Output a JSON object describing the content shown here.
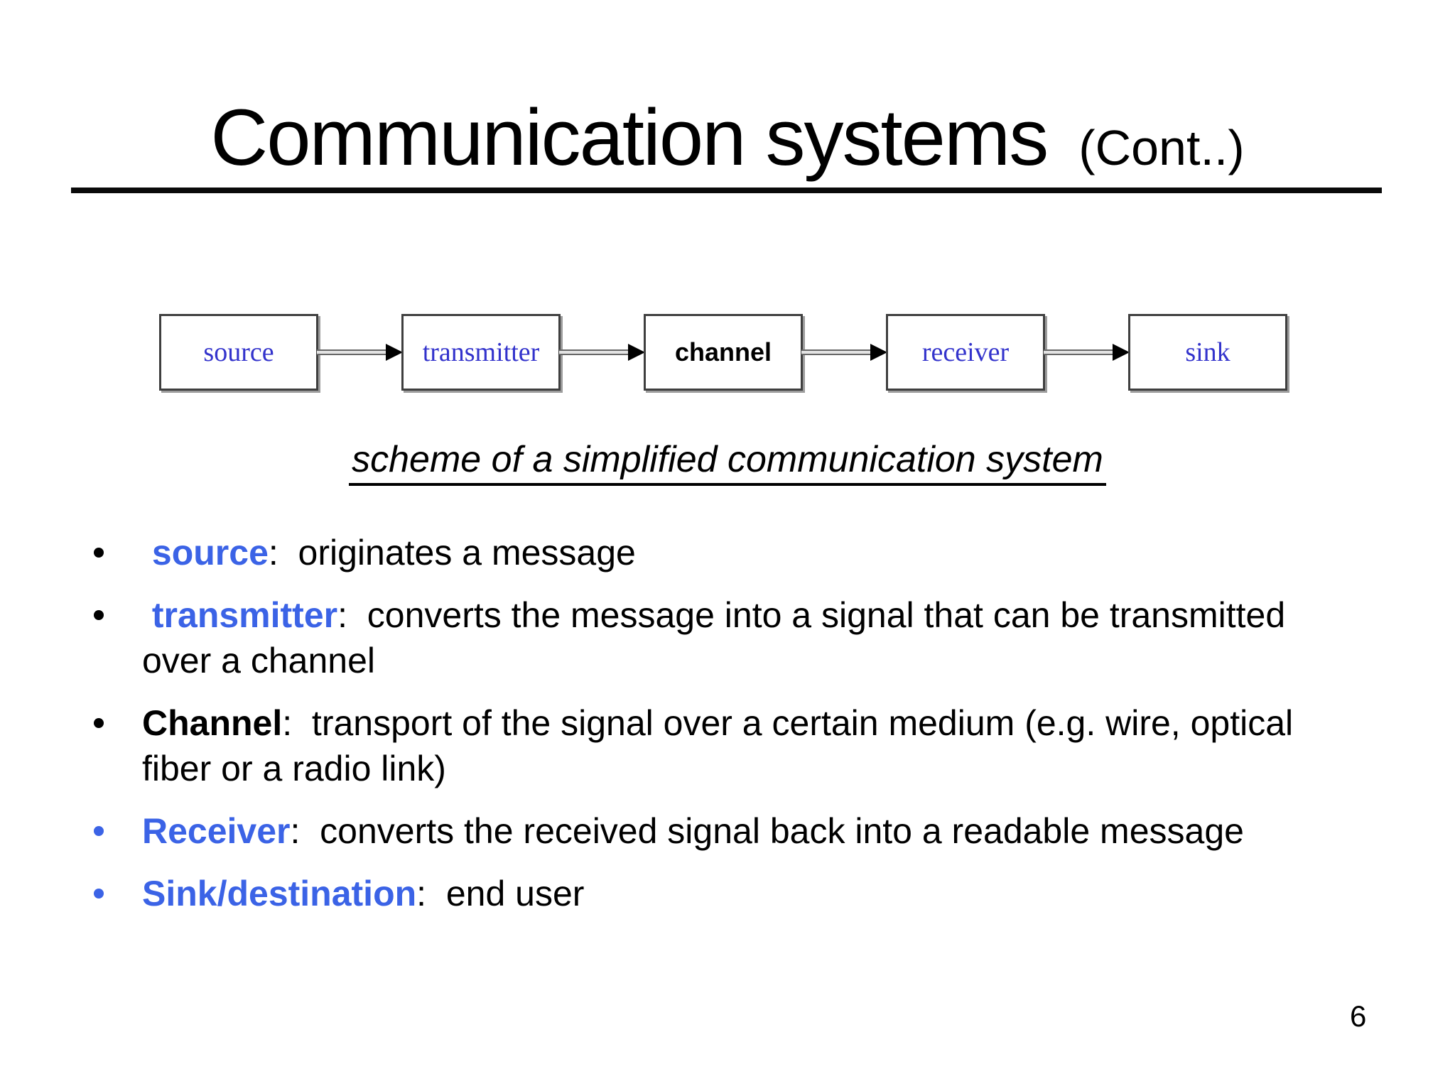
{
  "slide": {
    "title": "Communication systems",
    "title_suffix": "(Cont..)",
    "page_number": "6"
  },
  "diagram": {
    "boxes": [
      {
        "label": "source"
      },
      {
        "label": "transmitter"
      },
      {
        "label": "channel"
      },
      {
        "label": "receiver"
      },
      {
        "label": "sink"
      }
    ],
    "caption": "scheme of a simplified communication system"
  },
  "bullets": [
    {
      "term": " source",
      "rest": ":  originates a message"
    },
    {
      "term": " transmitter",
      "rest": ":  converts the message into a signal that can be transmitted over a channel"
    },
    {
      "term": "Channel",
      "rest": ":  transport of the signal over a certain medium (e.g. wire, optical fiber or a radio link)"
    },
    {
      "term": "Receiver",
      "rest": ":  converts the received signal back into a readable message"
    },
    {
      "term": "Sink/destination",
      "rest": ":  end user"
    }
  ],
  "colors": {
    "term_blue": "#3b63e6",
    "box_label_blue": "#3333cc",
    "rule_black": "#0a0a0a"
  }
}
